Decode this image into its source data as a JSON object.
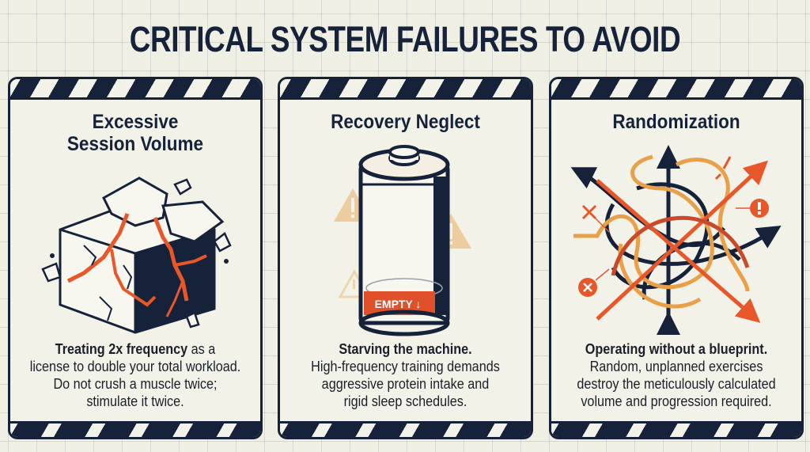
{
  "title": "CRITICAL SYSTEM FAILURES TO AVOID",
  "colors": {
    "navy": "#15223a",
    "orange": "#e8572a",
    "amber": "#e8a04a",
    "background": "#efefe4",
    "panel": "#f2f2e8"
  },
  "panels": [
    {
      "heading_lines": [
        "Excessive",
        "Session Volume"
      ],
      "icon": "cracked-cube-icon",
      "body": {
        "lead": "Treating 2x frequency",
        "lead_suffix": " as a",
        "lines": [
          "license to double your total workload.",
          "Do not crush a muscle twice;",
          "stimulate it twice."
        ]
      }
    },
    {
      "heading_lines": [
        "Recovery Neglect"
      ],
      "icon": "empty-battery-icon",
      "battery_label": "EMPTY ↓",
      "body": {
        "lead": "Starving the machine.",
        "lines": [
          "High-frequency training demands",
          "aggressive protein intake and",
          "rigid sleep schedules."
        ]
      }
    },
    {
      "heading_lines": [
        "Randomization"
      ],
      "icon": "tangled-arrows-icon",
      "body": {
        "lead": "Operating without a blueprint.",
        "lines": [
          "Random, unplanned exercises",
          "destroy the meticulously calculated",
          "volume and progression required."
        ]
      }
    }
  ]
}
